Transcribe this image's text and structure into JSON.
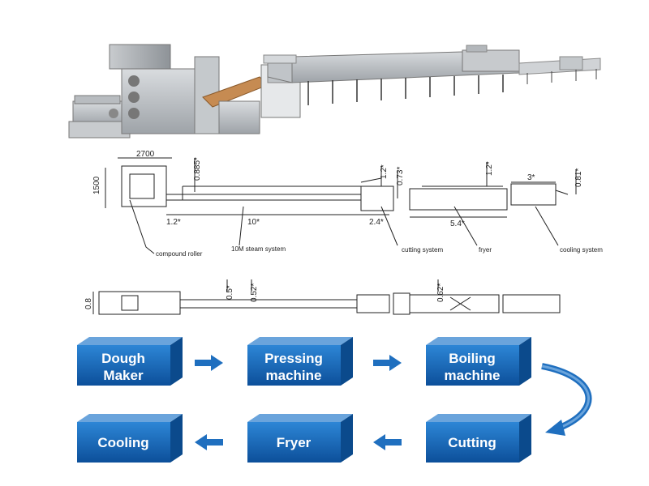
{
  "elevation": {
    "dims": {
      "width": "2700",
      "height": "1500",
      "h1": "0.885*",
      "h2": "1.2*",
      "h3": "0.73*",
      "h4": "1.2*",
      "h5": "3*",
      "h6": "0.81*",
      "len1": "1.2*",
      "len2": "10*",
      "len3": "2.4*",
      "len4": "5.4*"
    },
    "labels": {
      "compound_roller": "compound roller",
      "steam_system": "10M steam system",
      "cutting_system": "cutting system",
      "fryer": "fryer",
      "cooling_system": "cooling system"
    }
  },
  "plan": {
    "dims": {
      "w1": "0.8",
      "w2": "0.5*",
      "w3": "0.52*",
      "w4": "0.62*"
    }
  },
  "flow": {
    "steps": [
      {
        "line1": "Dough",
        "line2": "Maker"
      },
      {
        "line1": "Pressing",
        "line2": "machine"
      },
      {
        "line1": "Boiling",
        "line2": "machine"
      },
      {
        "line1": "Cutting",
        "line2": ""
      },
      {
        "line1": "Fryer",
        "line2": ""
      },
      {
        "line1": "Cooling",
        "line2": ""
      }
    ],
    "colors": {
      "box_front": "#1466b8",
      "box_top": "#6aa4dc",
      "box_side": "#0b4a8c",
      "arrow": "#1f6fbf"
    }
  }
}
